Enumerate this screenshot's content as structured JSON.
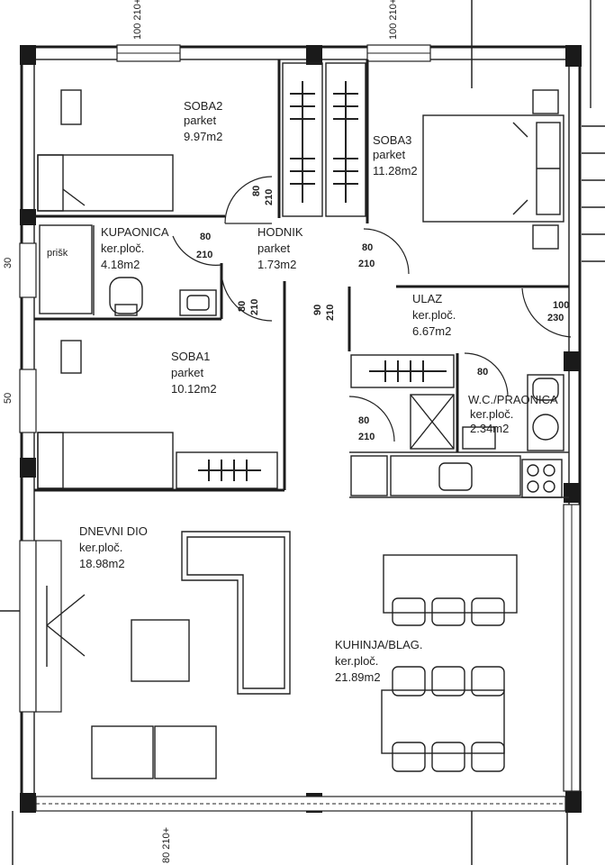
{
  "rooms": [
    {
      "name": "SOBA2",
      "floor": "parket",
      "area": "9.97m2"
    },
    {
      "name": "SOBA3",
      "floor": "parket",
      "area": "11.28m2"
    },
    {
      "name": "KUPAONICA",
      "floor": "ker.ploč.",
      "area": "4.18m2"
    },
    {
      "name": "HODNIK",
      "floor": "parket",
      "area": "1.73m2"
    },
    {
      "name": "ULAZ",
      "floor": "ker.ploč.",
      "area": "6.67m2"
    },
    {
      "name": "SOBA1",
      "floor": "parket",
      "area": "10.12m2"
    },
    {
      "name": "W.C./PRAONICA",
      "floor": "ker.ploč.",
      "area": "2.34m2"
    },
    {
      "name": "DNEVNI DIO",
      "floor": "ker.ploč.",
      "area": "18.98m2"
    },
    {
      "name": "KUHINJA/BLAG.",
      "floor": "ker.ploč.",
      "area": "21.89m2"
    }
  ],
  "door_labels": {
    "hodnik_left": {
      "w": "80",
      "h": "210"
    },
    "hodnik_top": {
      "w": "80",
      "h": "210"
    },
    "hodnik_right": {
      "w": "80",
      "h": "210"
    },
    "hodnik_bottom": {
      "w": "80",
      "h": "210"
    },
    "wc": {
      "w": "80",
      "h": "210"
    },
    "entry": {
      "w": "100",
      "h": "230"
    },
    "hall_to_living": {
      "w": "90",
      "h": "210"
    }
  },
  "dimension_labels": {
    "window_top_1": "100 210+",
    "window_top_2": "100 210+",
    "window_bottom": "80 210+",
    "window_left_1": "30",
    "window_left_2": "50"
  },
  "fixtures": {
    "shower_label": "prišk"
  }
}
